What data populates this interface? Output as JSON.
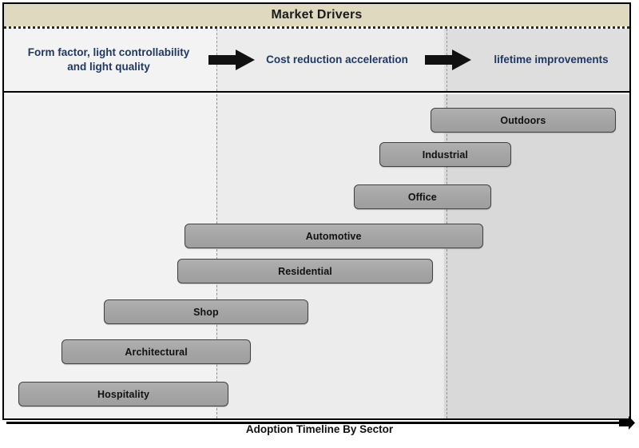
{
  "header": {
    "title": "Market Drivers"
  },
  "drivers": {
    "items": [
      {
        "label": "Form factor, light controllability\nand light quality",
        "icon": ""
      },
      {
        "label": "Cost reduction acceleration",
        "icon": ""
      },
      {
        "label": "lifetime improvements",
        "icon": ""
      }
    ],
    "arrows": [
      {
        "icon": "right-arrow-icon"
      },
      {
        "icon": "right-arrow-icon"
      }
    ],
    "text_color": "#1f3864"
  },
  "axis": {
    "title": "Adoption Timeline By Sector",
    "arrow_icon": "axis-arrow-right-icon"
  },
  "chart_data": {
    "type": "bar",
    "title": "Market Drivers",
    "xlabel": "Adoption Timeline By Sector",
    "ylabel": "",
    "orientation": "horizontal",
    "note": "Gantt-style adoption timeline: each sector bar spans a start and end position along an unlabeled relative timeline axis (0-100 scale of plot width).",
    "xlim": [
      0,
      100
    ],
    "grid": false,
    "legend": false,
    "phase_dividers": [
      34.0,
      70.4
    ],
    "bar_color": "#a6a6a6",
    "bar_border_color": "#404040",
    "band_colors": [
      "#f2f2f2",
      "#ececec",
      "#d9d9d9"
    ],
    "categories": [
      "Outdoors",
      "Industrial",
      "Office",
      "Automotive",
      "Residential",
      "Shop",
      "Architectural",
      "Hospitality"
    ],
    "bars": [
      {
        "label": "Outdoors",
        "start": 68.2,
        "end": 97.8,
        "row": 0
      },
      {
        "label": "Industrial",
        "start": 60.0,
        "end": 81.1,
        "row": 1
      },
      {
        "label": "Office",
        "start": 55.9,
        "end": 77.9,
        "row": 2
      },
      {
        "label": "Automotive",
        "start": 28.8,
        "end": 76.6,
        "row": 3
      },
      {
        "label": "Residential",
        "start": 27.7,
        "end": 68.6,
        "row": 4
      },
      {
        "label": "Shop",
        "start": 15.9,
        "end": 48.7,
        "row": 5
      },
      {
        "label": "Architectural",
        "start": 9.2,
        "end": 39.5,
        "row": 6
      },
      {
        "label": "Hospitality",
        "start": 2.3,
        "end": 35.9,
        "row": 7
      }
    ]
  }
}
